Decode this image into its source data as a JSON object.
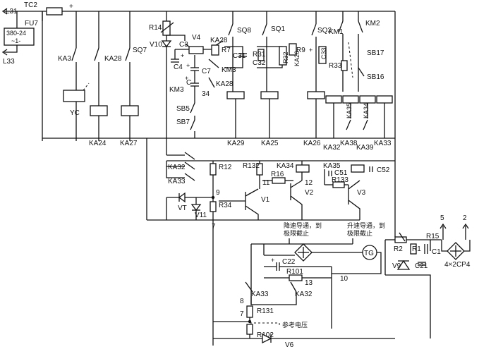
{
  "terminals": {
    "l31": "L31",
    "l33": "L33",
    "tc2": "TC2",
    "fu7": "FU7",
    "transformer": "380-24\n~1-",
    "plus": "+",
    "out5": "5",
    "out2": "2"
  },
  "relays": {
    "ka3": "KA3",
    "ka28": "KA28",
    "sq7": "SQ7",
    "yc": "YC",
    "ka24": "KA24",
    "ka27": "KA27",
    "r14": "R14",
    "v10": "V10",
    "v4": "V4",
    "c3": "C3",
    "c4": "C4",
    "c7": "C7",
    "r7": "R7",
    "km3": "KM3",
    "c": "C",
    "n34": "34",
    "ka28b": "KA28",
    "ka28c": "KA28",
    "km3b": "KM3",
    "sb5": "SB5",
    "sb7": "SB7",
    "sq8": "SQ8",
    "c31": "C31",
    "ka29": "KA29",
    "sq1": "SQ1",
    "r31": "R31",
    "c32": "C32",
    "r32": "R32",
    "ka25": "KA25",
    "r9": "R9",
    "ka26": "KA26",
    "sq2": "SQ2",
    "c33": "C33",
    "ka26b": "KA26",
    "km1": "KM1",
    "km2": "KM2",
    "sb17": "SB17",
    "r33": "R33",
    "sb16": "SB16",
    "ka35": "KA35",
    "ka34": "KA34",
    "ka32": "KA32",
    "ka38": "KA38",
    "ka39": "KA39",
    "ka33": "KA33"
  },
  "amplifier": {
    "ka32": "KA32",
    "ka33": "KA33",
    "r12": "R12",
    "r132": "R132",
    "ka34": "KA34",
    "ka35": "KA35",
    "c51": "C51",
    "c52": "C52",
    "r16": "R16",
    "r133": "R133",
    "v1": "V1",
    "v2": "V2",
    "v3": "V3",
    "n9": "9",
    "n11": "11",
    "n12": "12",
    "n7": "7",
    "vt": "VT",
    "v11": "V11",
    "r34": "R34"
  },
  "feedback": {
    "decel_note": "降速导通，到\n极限截止",
    "accel_note": "升速导通，到\n极限截止",
    "tg": "TG",
    "c22": "C22",
    "r101": "R101",
    "n13": "13",
    "n10": "10",
    "ka33": "KA33",
    "ka32": "KA32",
    "n8": "8",
    "n7": "7",
    "r131": "R131",
    "ref_voltage": "参考电压",
    "r102": "R102",
    "v6": "V6",
    "r2": "R2",
    "r1": "R1",
    "c1": "C1",
    "r15": "R15",
    "v9": "V9",
    "c21": "C21",
    "bridge": "4×2CP4"
  }
}
